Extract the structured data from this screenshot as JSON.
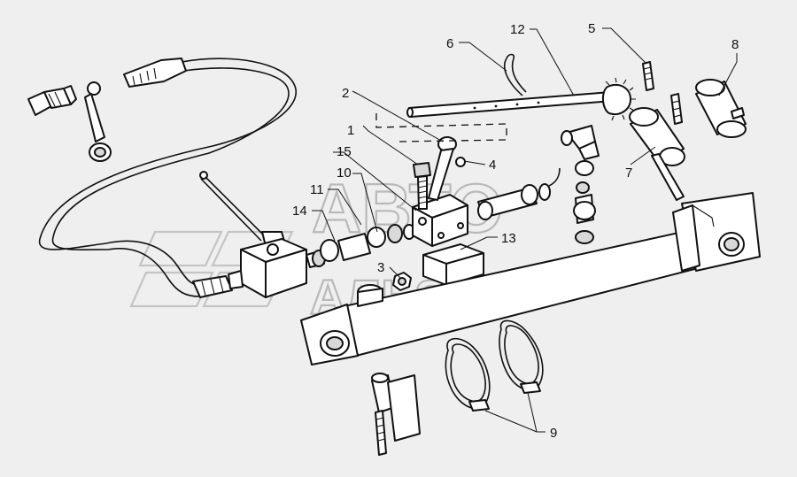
{
  "watermark": {
    "line1": "АВТО",
    "line2": "АЛЬЯНС"
  },
  "callouts": [
    {
      "id": "1",
      "label": "1"
    },
    {
      "id": "2",
      "label": "2"
    },
    {
      "id": "3",
      "label": "3"
    },
    {
      "id": "4",
      "label": "4"
    },
    {
      "id": "5",
      "label": "5"
    },
    {
      "id": "6",
      "label": "6"
    },
    {
      "id": "7",
      "label": "7"
    },
    {
      "id": "8",
      "label": "8"
    },
    {
      "id": "9",
      "label": "9"
    },
    {
      "id": "10",
      "label": "10"
    },
    {
      "id": "11",
      "label": "11"
    },
    {
      "id": "12",
      "label": "12"
    },
    {
      "id": "13",
      "label": "13"
    },
    {
      "id": "14",
      "label": "14"
    },
    {
      "id": "15",
      "label": "15"
    }
  ],
  "colors": {
    "background": "#efefef",
    "ink": "#111111",
    "watermark": "#b9b9b9"
  }
}
